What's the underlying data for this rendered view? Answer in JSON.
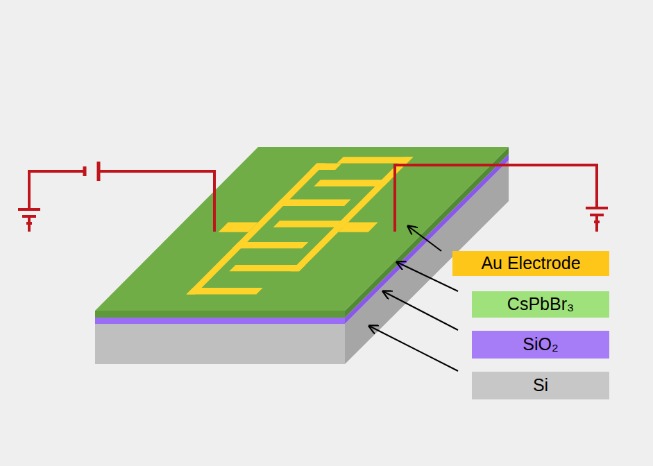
{
  "diagram": {
    "nodes": [
      {
        "text": [
          "Au Electrode"
        ]
      },
      {
        "text": [
          "CsPbBr₃"
        ]
      },
      {
        "text": [
          "SiO₂"
        ]
      },
      {
        "text": [
          "Si"
        ]
      }
    ]
  }
}
